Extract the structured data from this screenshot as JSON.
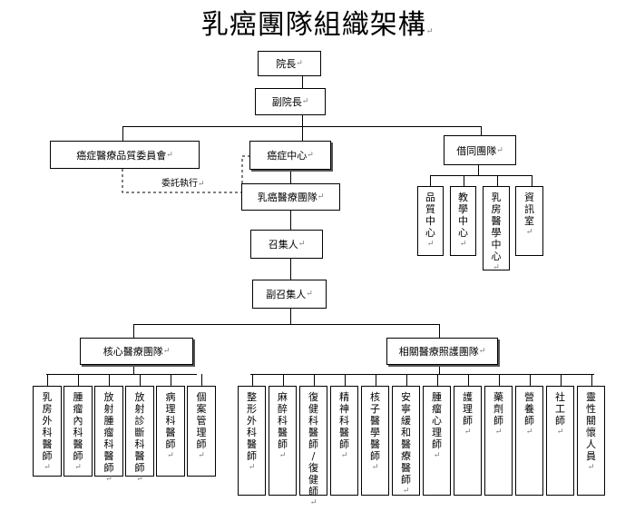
{
  "title": "乳癌團隊組織架構",
  "nodes": {
    "president": "院長",
    "vice_president": "副院長",
    "quality_committee": "癌症醫療品質委員會",
    "cancer_center": "癌症中心",
    "partner_team": "借同團隊",
    "breast_team": "乳癌醫療團隊",
    "convener": "召集人",
    "vice_convener": "副召集人",
    "core_team": "核心醫療團隊",
    "related_team": "相關醫療照護團隊"
  },
  "delegation_label": "委託執行",
  "partner_units": [
    "品質中心",
    "教學中心",
    "乳房醫學中心",
    "資訊室"
  ],
  "core_members": [
    "乳房外科醫師",
    "腫瘤內科醫師",
    "放射腫瘤科醫師",
    "放射診斷科醫師",
    "病理科醫師",
    "個案管理師"
  ],
  "related_members": [
    "整形外科醫師",
    "麻醉科醫師",
    "復健科醫師/復健師",
    "精神科醫師",
    "核子醫學醫師",
    "安寧緩和醫療醫師",
    "腫瘤心理師",
    "護理師",
    "藥劑師",
    "營養師",
    "社工師",
    "靈性關懷人員"
  ]
}
